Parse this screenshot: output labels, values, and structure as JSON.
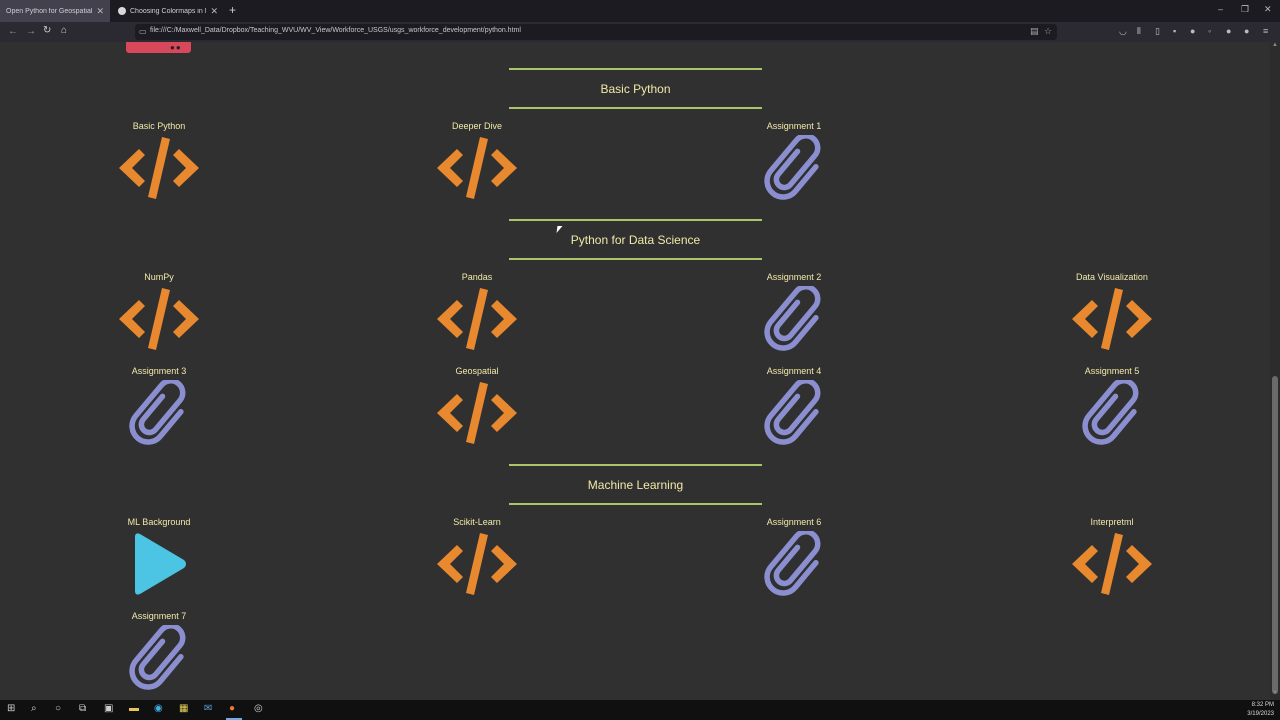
{
  "browser": {
    "tabs": [
      {
        "title": "Open Python for Geospatial Data S",
        "active": true
      },
      {
        "title": "Choosing Colormaps in Matplotl",
        "active": false
      }
    ],
    "new_tab_symbol": "+",
    "window_controls": {
      "minimize": "–",
      "restore": "❐",
      "close": "✕"
    },
    "url": "file:///C:/Maxwell_Data/Dropbox/Teaching_WVU/WV_View/Workforce_USGS/usgs_workforce_development/python.html",
    "nav": {
      "back": "←",
      "forward": "→",
      "reload": "↻",
      "home": "⌂"
    }
  },
  "colors": {
    "background": "#303030",
    "label": "#f2e9a8",
    "section_rule": "#a8c56a",
    "code_icon": "#e8892f",
    "clip_icon": "#8b8fd0",
    "play_icon": "#4cc4e4",
    "pink_button": "#d9475a"
  },
  "sections": [
    {
      "title": "Basic Python"
    },
    {
      "title": "Python for Data Science"
    },
    {
      "title": "Machine Learning"
    }
  ],
  "cards": {
    "basic_python": {
      "label": "Basic Python",
      "icon": "code-icon"
    },
    "deeper_dive": {
      "label": "Deeper Dive",
      "icon": "code-icon"
    },
    "assignment_1": {
      "label": "Assignment 1",
      "icon": "paperclip-icon"
    },
    "numpy": {
      "label": "NumPy",
      "icon": "code-icon"
    },
    "pandas": {
      "label": "Pandas",
      "icon": "code-icon"
    },
    "assignment_2": {
      "label": "Assignment 2",
      "icon": "paperclip-icon"
    },
    "data_viz": {
      "label": "Data Visualization",
      "icon": "code-icon"
    },
    "assignment_3": {
      "label": "Assignment 3",
      "icon": "paperclip-icon"
    },
    "geospatial": {
      "label": "Geospatial",
      "icon": "code-icon"
    },
    "assignment_4": {
      "label": "Assignment 4",
      "icon": "paperclip-icon"
    },
    "assignment_5": {
      "label": "Assignment 5",
      "icon": "paperclip-icon"
    },
    "ml_background": {
      "label": "ML Background",
      "icon": "play-icon"
    },
    "scikit_learn": {
      "label": "Scikit-Learn",
      "icon": "code-icon"
    },
    "assignment_6": {
      "label": "Assignment 6",
      "icon": "paperclip-icon"
    },
    "interpretml": {
      "label": "Interpretml",
      "icon": "code-icon"
    },
    "assignment_7": {
      "label": "Assignment 7",
      "icon": "paperclip-icon"
    }
  },
  "taskbar": {
    "time": "8:32 PM",
    "date": "3/19/2023"
  }
}
